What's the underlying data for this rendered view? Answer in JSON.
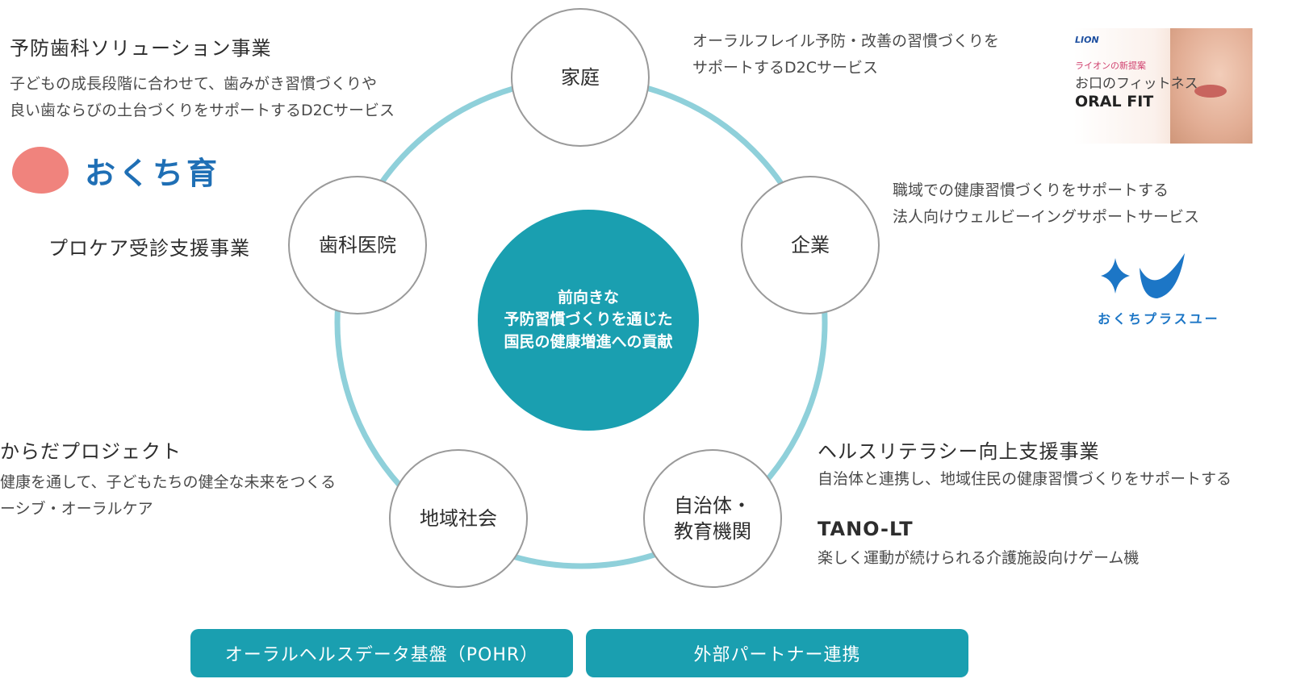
{
  "center": {
    "lines": [
      "前向きな",
      "予防習慣づくりを通じた",
      "国民の健康増進への貢献"
    ]
  },
  "nodes": {
    "home": "家庭",
    "company": "企業",
    "dental_clinic": "歯科医院",
    "community": "地域社会",
    "municipality": [
      "自治体・",
      "教育機関"
    ]
  },
  "left_top": {
    "title": "予防歯科ソリューション事業",
    "desc": [
      "子どもの成長段階に合わせて、歯みがき習慣づくりや",
      "良い歯ならびの土台づくりをサポートするD2Cサービス"
    ],
    "logo_text": "おくち育"
  },
  "left_mid": {
    "title": "プロケア受診支援事業"
  },
  "left_bottom": {
    "title": "からだプロジェクト",
    "desc": [
      "健康を通して、子どもたちの健全な未来をつくる",
      "ーシブ・オーラルケア"
    ]
  },
  "right_top": {
    "desc": [
      "オーラルフレイル予防・改善の習慣づくりを",
      "サポートするD2Cサービス"
    ],
    "image": {
      "lion": "LION",
      "sub": "ライオンの新提案",
      "fit": "お口のフィットネス",
      "brand": "ORAL FIT"
    }
  },
  "right_mid": {
    "desc": [
      "職域での健康習慣づくりをサポートする",
      "法人向けウェルビーイングサポートサービス"
    ],
    "logo_text": "おくちプラスユー"
  },
  "right_bottom": {
    "title1": "ヘルスリテラシー向上支援事業",
    "desc1": "自治体と連携し、地域住民の健康習慣づくりをサポートする",
    "title2": "TANO-LT",
    "desc2": "楽しく運動が続けられる介護施設向けゲーム機"
  },
  "buttons": {
    "pohr": "オーラルヘルスデータ基盤（POHR）",
    "partner": "外部パートナー連携"
  },
  "colors": {
    "accent": "#1a9fb0",
    "ring": "#8fd0da",
    "node_border": "#9a9a9a",
    "okuchi_blob": "#f0837d",
    "okuchi_text": "#1f6fb5",
    "plus_logo": "#1c76c6"
  }
}
